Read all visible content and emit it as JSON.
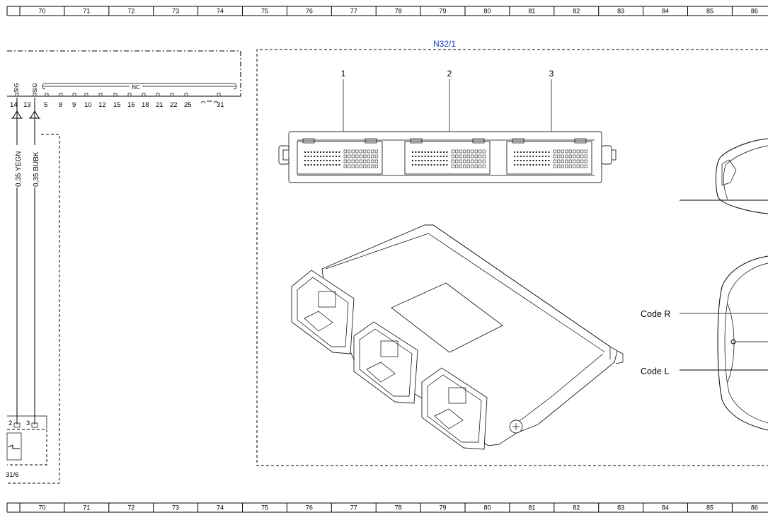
{
  "ruler": {
    "numbers": [
      "70",
      "71",
      "72",
      "73",
      "74",
      "75",
      "76",
      "77",
      "78",
      "79",
      "80",
      "81",
      "82",
      "83",
      "84",
      "85",
      "86"
    ]
  },
  "module_id": "N32/1",
  "connector_labels": [
    "1",
    "2",
    "3"
  ],
  "left_block": {
    "pins_top": [
      "14",
      "13",
      "5",
      "8",
      "9",
      "10",
      "12",
      "15",
      "16",
      "18",
      "21",
      "22",
      "25",
      "31"
    ],
    "sig_label": "SIG",
    "nc_label": "NC",
    "wire_1": "0,35 YEGN",
    "wire_2": "0,35 BUBK",
    "pins_bottom": [
      "2",
      "3"
    ],
    "component_id": "31/6"
  },
  "codes": {
    "right": "Code R",
    "left": "Code L"
  }
}
